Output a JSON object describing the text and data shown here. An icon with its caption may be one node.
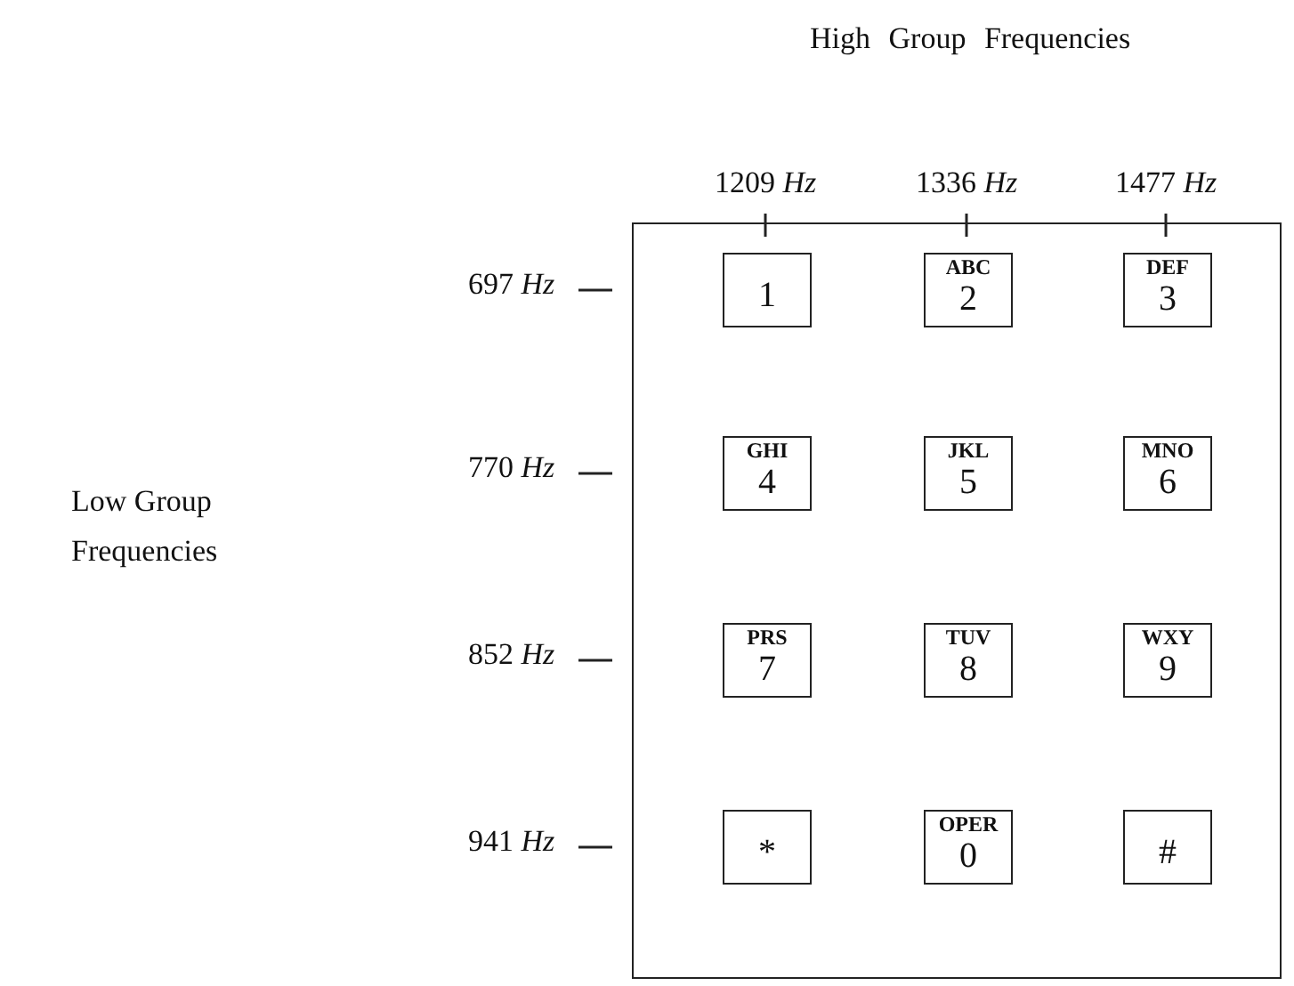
{
  "diagram": {
    "nodes": [
      {
        "text": [],
        "shape": "box"
      },
      {
        "text": [
          "1"
        ],
        "in": 0
      },
      {
        "text": [
          "ABC",
          "2"
        ],
        "in": 0
      },
      {
        "text": [
          "DEF",
          "3"
        ],
        "in": 0
      },
      {
        "text": [
          "GHI",
          "4"
        ],
        "in": 0
      },
      {
        "text": [
          "JKL",
          "5"
        ],
        "in": 0
      },
      {
        "text": [
          "MNO",
          "6"
        ],
        "in": 0
      },
      {
        "text": [
          "PRS",
          "7"
        ],
        "in": 0
      },
      {
        "text": [
          "TUV",
          "8"
        ],
        "in": 0
      },
      {
        "text": [
          "WXY",
          "9"
        ],
        "in": 0
      },
      {
        "text": [
          "*"
        ],
        "in": 0
      },
      {
        "text": [
          "OPER",
          "0"
        ],
        "in": 0
      },
      {
        "text": [
          "#"
        ],
        "in": 0
      }
    ],
    "labels": [
      "High Group Frequencies",
      "1209 *Hz*",
      "1336 *Hz*",
      "1477 *Hz*",
      "697 *Hz*",
      "Low Group Frequencies",
      "770 *Hz*",
      "852 *Hz*",
      "941 *Hz*"
    ]
  }
}
